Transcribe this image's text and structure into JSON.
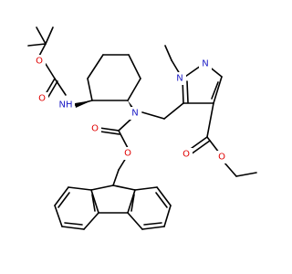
{
  "colors": {
    "oxygen": "#e00000",
    "nitrogen": "#1c1cc6",
    "carbon": "#000000",
    "background": "#ffffff"
  },
  "atoms": {
    "boc_ether_o": "O",
    "boc_carbonyl_o": "O",
    "boc_nh": "NH",
    "carbamate_n": "N",
    "fmoc_carbonyl_o": "O",
    "fmoc_ether_o": "O",
    "pyrazole_n1": "N",
    "pyrazole_n2": "N",
    "ester_carbonyl_o": "O",
    "ester_ether_o": "O"
  }
}
